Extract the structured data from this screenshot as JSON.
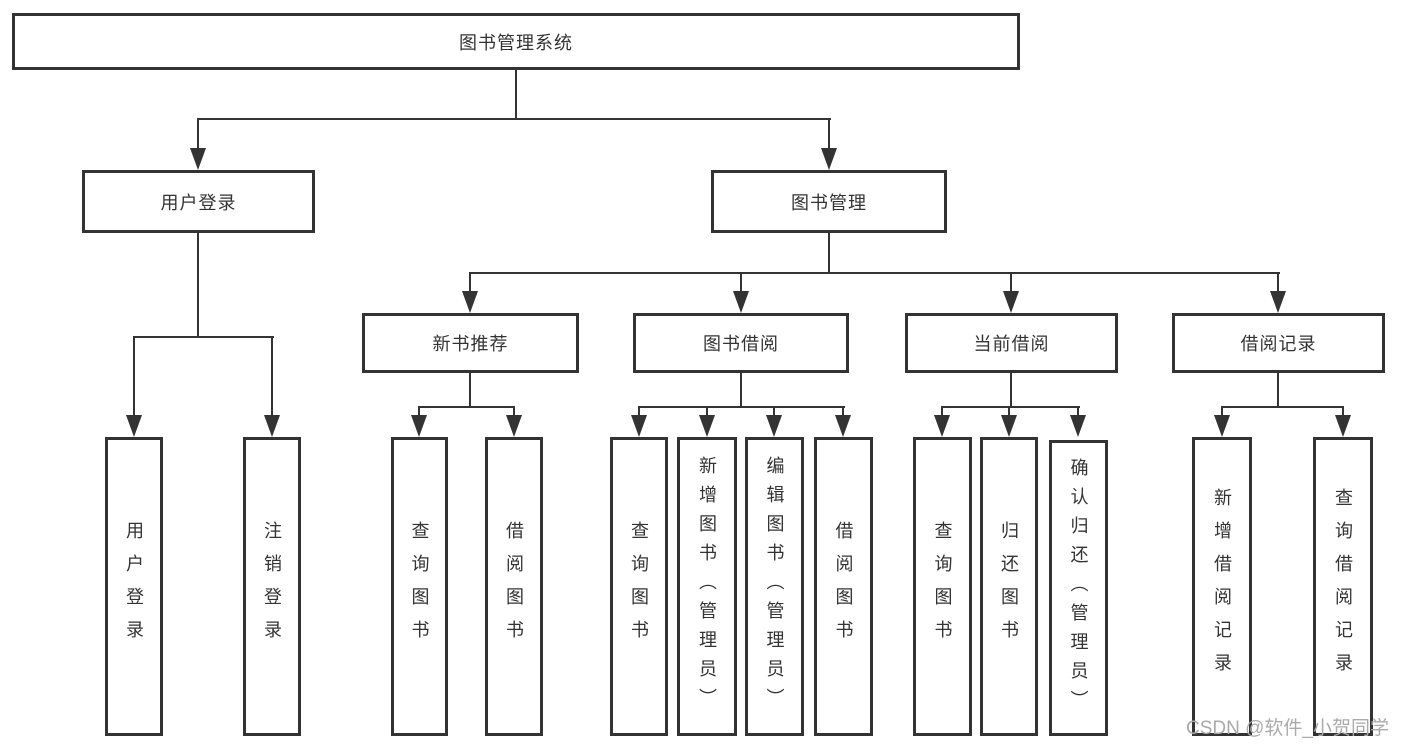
{
  "diagram": {
    "title": "图书管理系统",
    "nodes": {
      "user_login": "用户登录",
      "book_management": "图书管理",
      "new_book_recommend": "新书推荐",
      "book_borrowing": "图书借阅",
      "current_borrowing": "当前借阅",
      "borrowing_records": "借阅记录"
    },
    "leaves": {
      "user_login": [
        "用户登录",
        "注销登录"
      ],
      "new_book_recommend": [
        "查询图书",
        "借阅图书"
      ],
      "book_borrowing": [
        "查询图书",
        "新增图书（管理员）",
        "编辑图书（管理员）",
        "借阅图书"
      ],
      "current_borrowing": [
        "查询图书",
        "归还图书",
        "确认归还（管理员）"
      ],
      "borrowing_records": [
        "新增借阅记录",
        "查询借阅记录"
      ]
    },
    "watermark": "CSDN @软件_小贺同学",
    "colors": {
      "line": "#333333",
      "text": "#333333",
      "background": "#ffffff",
      "watermark": "#aaaaaa"
    }
  }
}
